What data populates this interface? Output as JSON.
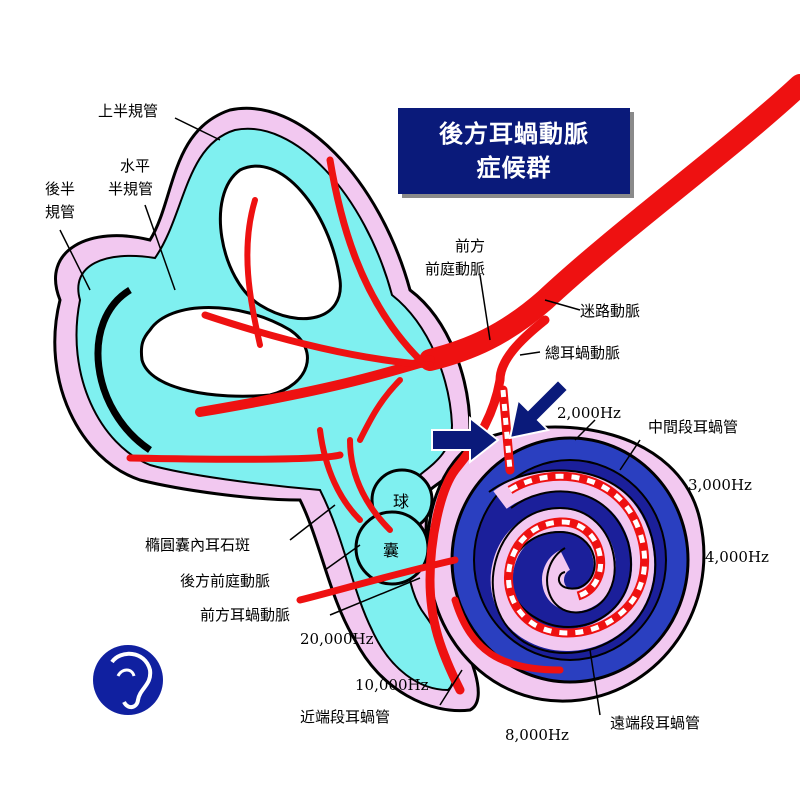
{
  "title": {
    "line1": "後方耳蝸動脈",
    "line2": "症候群"
  },
  "labels": {
    "superior_canal": "上半規管",
    "horizontal_canal_1": "水平",
    "horizontal_canal_2": "半規管",
    "posterior_canal_1": "後半",
    "posterior_canal_2": "規管",
    "anterior_vestibular_artery_1": "前方",
    "anterior_vestibular_artery_2": "前庭動脈",
    "labyrinthine_artery": "迷路動脈",
    "common_cochlear_artery": "總耳蝸動脈",
    "middle_cochlea": "中間段耳蝸管",
    "utricle_macula": "橢圓囊內耳石斑",
    "posterior_vestibular_artery": "後方前庭動脈",
    "anterior_cochlear_artery": "前方耳蝸動脈",
    "proximal_cochlea": "近端段耳蝸管",
    "distal_cochlea": "遠端段耳蝸管",
    "saccule_1": "球",
    "saccule_2": "囊"
  },
  "frequencies": {
    "f2000": "2,000Hz",
    "f3000": "3,000Hz",
    "f4000": "4,000Hz",
    "f8000": "8,000Hz",
    "f10000": "10,000Hz",
    "f20000": "20,000Hz"
  },
  "colors": {
    "outer_membrane": "#f2c8f0",
    "endolymph": "#7ff0f0",
    "artery": "#ee1111",
    "cochlea_dark": "#1b1f9a",
    "cochlea_mid": "#3050c8",
    "arrow": "#0a1a7a",
    "title_bg": "#0a1a7a"
  },
  "icons": {
    "logo": "ear-logo-icon",
    "arrows": "occlusion-arrow-icon"
  }
}
